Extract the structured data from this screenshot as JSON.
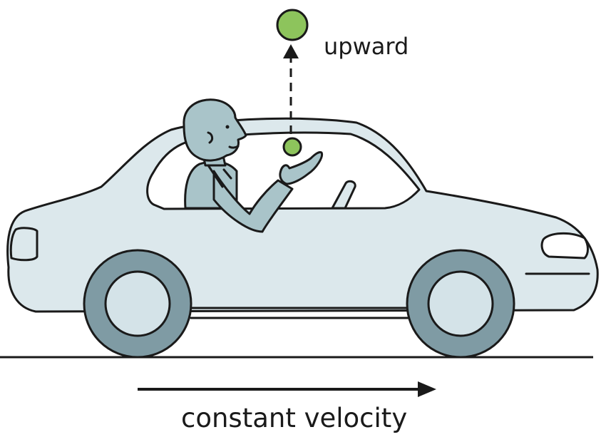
{
  "labels": {
    "ball_direction": "upward",
    "car_motion": "constant velocity"
  },
  "colors": {
    "car_body": "#dce8ec",
    "car_body_shade": "#cfdde3",
    "window": "#ffffff",
    "tire": "#7f9ba4",
    "hub": "#d4e3e8",
    "person": "#a9c4c9",
    "ball": "#8dc45c",
    "outline": "#1a1a1a"
  },
  "icons": [
    "car-illustration",
    "person-figure",
    "ball",
    "arrow-up-dashed",
    "arrow-right"
  ]
}
